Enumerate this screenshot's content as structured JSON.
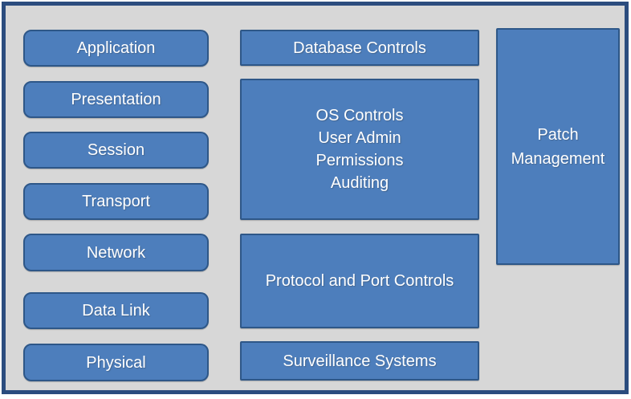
{
  "osi_layers": [
    "Application",
    "Presentation",
    "Session",
    "Transport",
    "Network",
    "Data Link",
    "Physical"
  ],
  "controls": {
    "database": "Database Controls",
    "os_block": [
      "OS Controls",
      "User Admin",
      "Permissions",
      "Auditing"
    ],
    "protocol": "Protocol and Port Controls",
    "surveillance": "Surveillance Systems"
  },
  "patch": [
    "Patch",
    "Management"
  ],
  "colors": {
    "box_fill": "#4D7EBC",
    "box_border": "#2E5788",
    "frame_border": "#2B4C7E",
    "canvas_background": "#D7D7D7",
    "text": "#FFFFFF"
  }
}
